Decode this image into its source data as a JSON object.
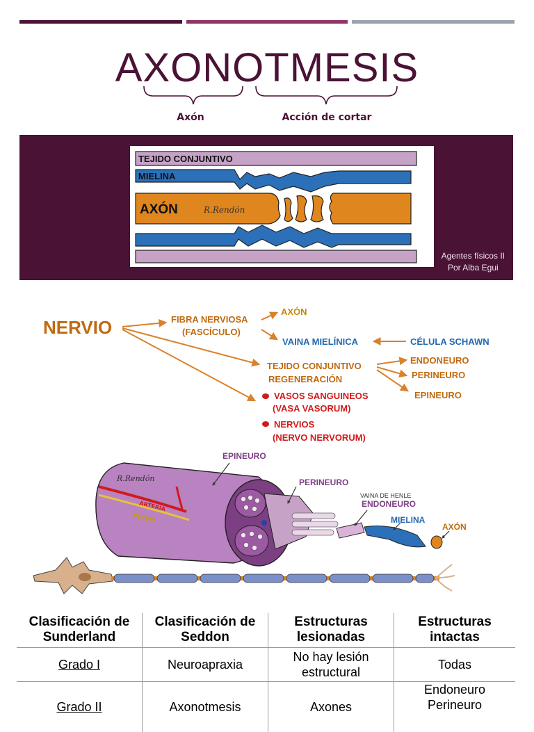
{
  "header": {
    "title": "AXONOTMESIS",
    "part1": "Axón",
    "part2": "Acción de cortar"
  },
  "top_diagram": {
    "layers": [
      "TEJIDO CONJUNTIVO",
      "MIELINA",
      "AXÓN"
    ],
    "signature": "R.Rendón",
    "credit_line1": "Agentes físicos II",
    "credit_line2": "Por Alba Egui"
  },
  "nerve_map": {
    "root": "NERVIO",
    "fibra_1": "FIBRA NERVIOSA",
    "fibra_2": "(FASCÍCULO)",
    "axon": "AXÓN",
    "vaina": "VAINA MIELÍNICA",
    "schawn": "CÉLULA SCHAWN",
    "tejido_1": "TEJIDO CONJUNTIVO",
    "tejido_2": "REGENERACIÓN",
    "endoneuro": "ENDONEURO",
    "perineuro": "PERINEURO",
    "epineuro": "EPINEURO",
    "vasos_1": "VASOS SANGUINEOS",
    "vasos_2": "(VASA VASORUM)",
    "nervios_1": "NERVIOS",
    "nervios_2": "(NERVO NERVORUM)"
  },
  "anatomy": {
    "epineuro": "EPINEURO",
    "perineuro": "PERINEURO",
    "henle": "VAINA DE HENLE",
    "endoneuro": "ENDONEURO",
    "mielina": "MIELINA",
    "axon": "AXÓN",
    "arteria": "ARTERIA",
    "nervio": "NERVIO",
    "signature": "R.Rendón"
  },
  "table": {
    "headers": [
      [
        "Clasificación de",
        "Sunderland"
      ],
      [
        "Clasificación de",
        "Seddon"
      ],
      [
        "Estructuras",
        "lesionadas"
      ],
      [
        "Estructuras",
        "intactas"
      ]
    ],
    "rows": [
      {
        "grade": "Grado I",
        "seddon": "Neuroapraxia",
        "lesion_1": "No hay lesión",
        "lesion_2": "estructural",
        "intact_1": "Todas",
        "intact_2": ""
      },
      {
        "grade": "Grado II",
        "seddon": "Axonotmesis",
        "lesion_1": "Axones",
        "lesion_2": "",
        "intact_1": "Endoneuro",
        "intact_2": "Perineuro"
      }
    ]
  },
  "colors": {
    "plum": "#4a1235",
    "magenta": "#8e3565",
    "gray": "#9aa3ad",
    "orange": "#e0861f",
    "blue": "#2b70b8",
    "lilac": "#c6a2c7",
    "label_orange": "#c06a10",
    "label_blue": "#2468b0",
    "label_red": "#d11a1a"
  }
}
